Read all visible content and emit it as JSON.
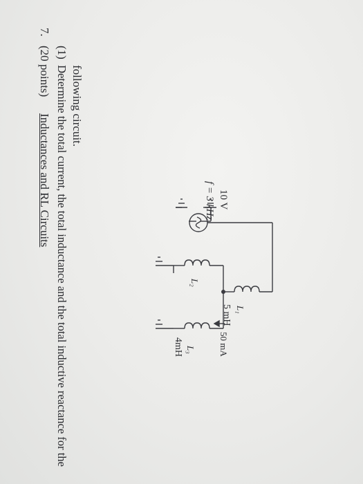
{
  "problem": {
    "number": "7.",
    "points": "(20 points)",
    "title": "Inductances and RL Circuits",
    "part_label": "(1)",
    "question_line1": "Determine the total current, the total inductance and the total inductive reactance for the",
    "question_line2": "following circuit."
  },
  "circuit": {
    "source_voltage": "10 V",
    "source_frequency": "f = 3 kHz",
    "l1_name": "L₁",
    "l1_value": "5 mH",
    "l2_name": "L₂",
    "l3_name": "L₃",
    "l3_value": "4mH",
    "branch_current": "50 mA"
  }
}
